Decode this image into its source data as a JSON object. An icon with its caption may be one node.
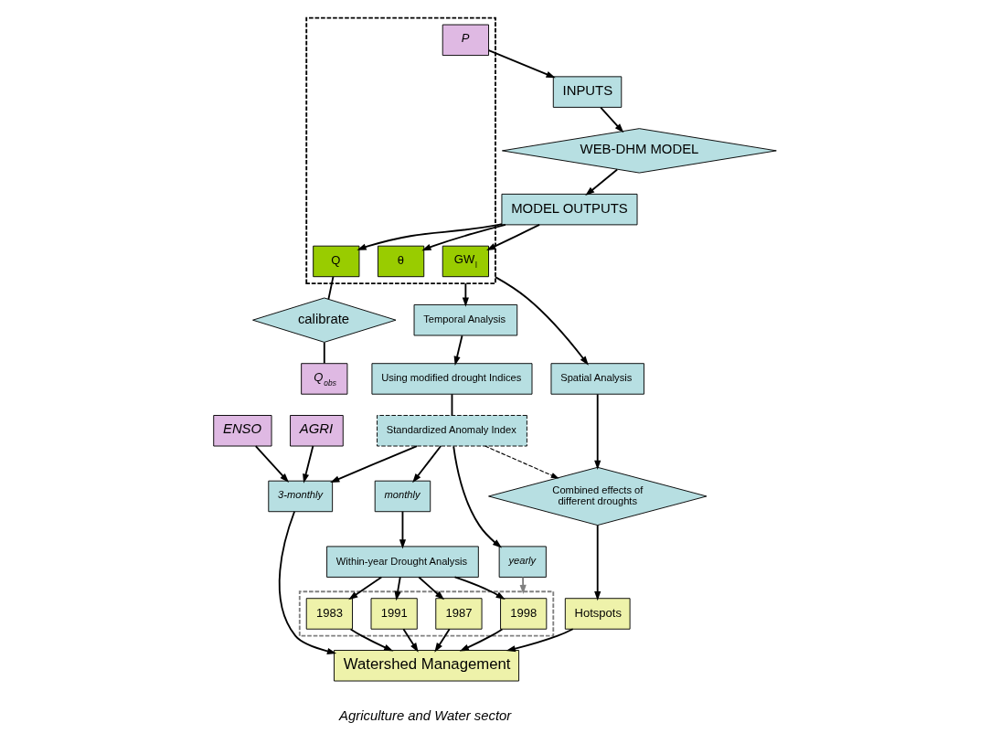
{
  "diagram": {
    "nodes": [
      {
        "text": [
          "INPUTS"
        ]
      },
      {
        "text": [
          "WEB-DHM MODEL"
        ]
      },
      {
        "text": [
          "MODEL OUTPUTS"
        ]
      },
      {
        "text": [],
        "shape": "box"
      },
      {
        "text": [
          "P"
        ],
        "in": 3
      },
      {
        "text": [
          "Q"
        ],
        "in": 3
      },
      {
        "text": [
          "θ"
        ],
        "in": 3
      },
      {
        "text": [
          "GW$_{l}$"
        ],
        "in": 3
      },
      {
        "text": [
          "calibrate"
        ]
      },
      {
        "text": [
          "Q$_{obs}$"
        ]
      },
      {
        "text": [
          "Temporal Analysis"
        ]
      },
      {
        "text": [
          "Spatial Analysis"
        ]
      },
      {
        "text": [
          "ENSO"
        ]
      },
      {
        "text": [
          "Using modified drought Indices"
        ]
      },
      {
        "text": [
          "Standardized Anomaly Index"
        ]
      },
      {
        "text": [
          "3-monthly"
        ]
      },
      {
        "text": [
          "yearly"
        ]
      },
      {
        "text": [
          "monthly"
        ]
      },
      {
        "text": [
          "Combined effects of different droughts"
        ]
      },
      {
        "text": [
          "Within-year Drought Analysis"
        ]
      },
      {
        "text": [
          "AGRI"
        ]
      },
      {
        "text": [],
        "shape": "box"
      },
      {
        "text": [
          "1987"
        ],
        "in": 21
      },
      {
        "text": [
          "1983"
        ],
        "in": 21
      },
      {
        "text": [
          "1991"
        ],
        "in": 21
      },
      {
        "text": [
          "1998"
        ],
        "in": 21
      },
      {
        "text": [
          "Hotspots"
        ]
      },
      {
        "text": [
          "Watershed Management"
        ],
        "beside": [
          "Agriculture and Water sector"
        ]
      }
    ],
    "edges": [
      {
        "from": 4,
        "to": 0,
        "arrow": "to"
      },
      {
        "from": 0,
        "to": 1,
        "arrow": "to"
      },
      {
        "from": 1,
        "to": 2,
        "arrow": "to"
      },
      {
        "from": 2,
        "to": 5,
        "arrow": "to"
      },
      {
        "from": 2,
        "to": 6,
        "arrow": "to"
      },
      {
        "from": 2,
        "to": 7,
        "arrow": "to"
      },
      {
        "from": 5,
        "to": 8,
        "arrow": "none"
      },
      {
        "from": 8,
        "to": 9,
        "arrow": "none"
      },
      {
        "from": 3,
        "to": 10,
        "arrow": "to"
      },
      {
        "from": 3,
        "to": 11,
        "arrow": "to"
      },
      {
        "from": 10,
        "to": 13,
        "arrow": "to"
      },
      {
        "from": 13,
        "to": 14,
        "arrow": "none"
      },
      {
        "from": 12,
        "to": 15,
        "arrow": "to"
      },
      {
        "from": 14,
        "to": 15,
        "arrow": "to"
      },
      {
        "from": 14,
        "to": 16,
        "arrow": "to"
      },
      {
        "from": 14,
        "to": 17,
        "arrow": "to"
      },
      {
        "from": 14,
        "to": 18,
        "arrow": "to",
        "style": "dashed"
      },
      {
        "from": 20,
        "to": 15,
        "arrow": "to"
      },
      {
        "from": 11,
        "to": 18,
        "arrow": "to"
      },
      {
        "from": 16,
        "to": 21,
        "arrow": "to",
        "color": "#808080"
      },
      {
        "from": 17,
        "to": 19,
        "arrow": "to"
      },
      {
        "from": 19,
        "to": 22,
        "arrow": "to"
      },
      {
        "from": 19,
        "to": 23,
        "arrow": "to"
      },
      {
        "from": 19,
        "to": 24,
        "arrow": "to"
      },
      {
        "from": 19,
        "to": 25,
        "arrow": "to"
      },
      {
        "from": 18,
        "to": 26,
        "arrow": "to"
      },
      {
        "from": 22,
        "to": 27,
        "arrow": "to"
      },
      {
        "from": 23,
        "to": 27,
        "arrow": "to"
      },
      {
        "from": 24,
        "to": 27,
        "arrow": "to"
      },
      {
        "from": 25,
        "to": 27,
        "arrow": "to"
      },
      {
        "from": 15,
        "to": 27,
        "arrow": "to"
      },
      {
        "from": 26,
        "to": 27,
        "arrow": "to"
      }
    ]
  }
}
